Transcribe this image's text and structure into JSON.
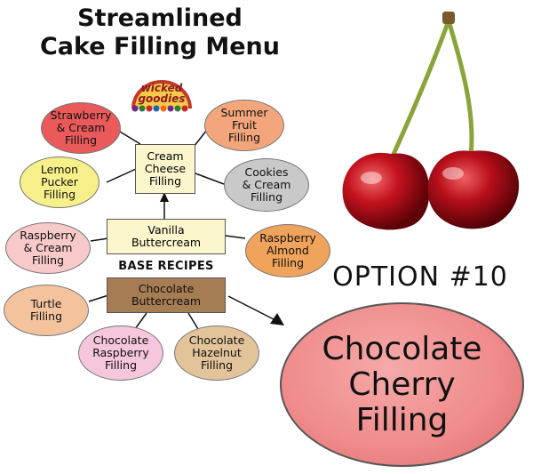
{
  "title": {
    "line1": "Streamlined",
    "line2": "Cake Filling Menu"
  },
  "logo": {
    "line1": "wicked",
    "line2": "goodies"
  },
  "fillings": {
    "strawberry": "Strawberry\n& Cream\nFilling",
    "summer_fruit": "Summer\nFruit\nFilling",
    "lemon": "Lemon\nPucker\nFilling",
    "cookies": "Cookies\n& Cream\nFilling",
    "raspberry_cream": "Raspberry\n& Cream\nFilling",
    "raspberry_almond": "Raspberry\nAlmond\nFilling",
    "turtle": "Turtle\nFilling",
    "chocolate_raspberry": "Chocolate\nRaspberry\nFilling",
    "chocolate_hazelnut": "Chocolate\nHazelnut\nFilling"
  },
  "bases": {
    "cream_cheese": "Cream\nCheese\nFilling",
    "vanilla": "Vanilla\nButtercream",
    "base_label": "BASE RECIPES",
    "chocolate": "Chocolate\nButtercream"
  },
  "featured": {
    "option_label": "OPTION #10",
    "name": "Chocolate\nCherry\nFilling"
  },
  "colors": {
    "strawberry": "#ea5a5a",
    "summer_fruit": "#f3a57c",
    "lemon": "#f7f08a",
    "cookies": "#c9c9c9",
    "raspberry_cream": "#f7c9c9",
    "raspberry_almond": "#f0a35a",
    "turtle": "#f3c39e",
    "chocolate_raspberry": "#f6c6dc",
    "chocolate_hazelnut": "#e2c39a",
    "cream_box": "#fbf6cc",
    "chocolate_box": "#a67c52",
    "featured": "#ef8a8a"
  }
}
